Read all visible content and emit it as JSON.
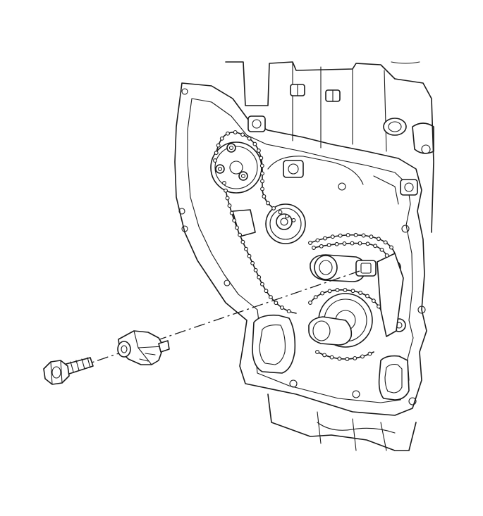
{
  "figure": {
    "background": "#ffffff",
    "line_color": "#1a1a1a",
    "parts": [
      "engine-front-block",
      "camshaft-sprocket",
      "idler-sprocket",
      "crankshaft-sprocket",
      "timing-chain",
      "chain-tensioner-bore",
      "chain-tensioner",
      "tensioner-bolt",
      "installation-axis"
    ]
  }
}
